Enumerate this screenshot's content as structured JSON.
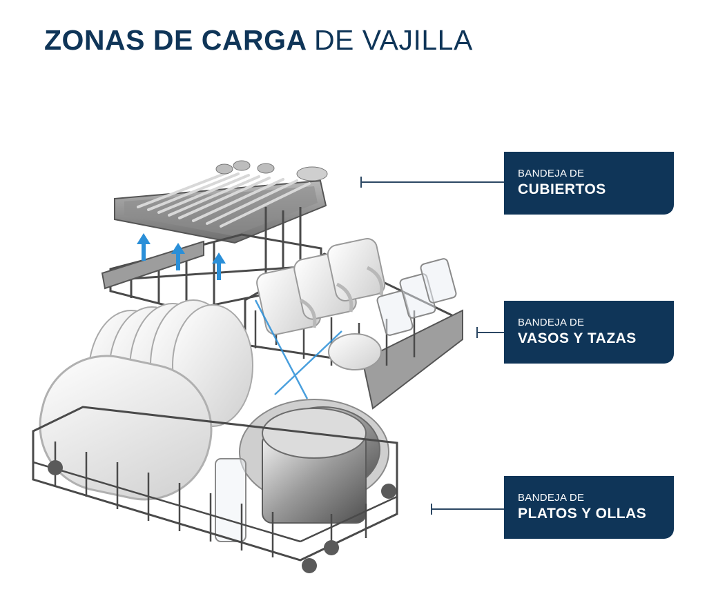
{
  "title": {
    "bold": "ZONAS DE CARGA",
    "light": "DE VAJILLA"
  },
  "colors": {
    "navy": "#0f3558",
    "line": "#2b4763",
    "arrow": "#2a8fd8"
  },
  "zones": [
    {
      "pre": "BANDEJA DE",
      "main": "CUBIERTOS",
      "icon": "cutlery-tray"
    },
    {
      "pre": "BANDEJA DE",
      "main": "VASOS Y TAZAS",
      "icon": "cups-rack"
    },
    {
      "pre": "BANDEJA DE",
      "main": "PLATOS Y OLLAS",
      "icon": "plates-rack"
    }
  ]
}
